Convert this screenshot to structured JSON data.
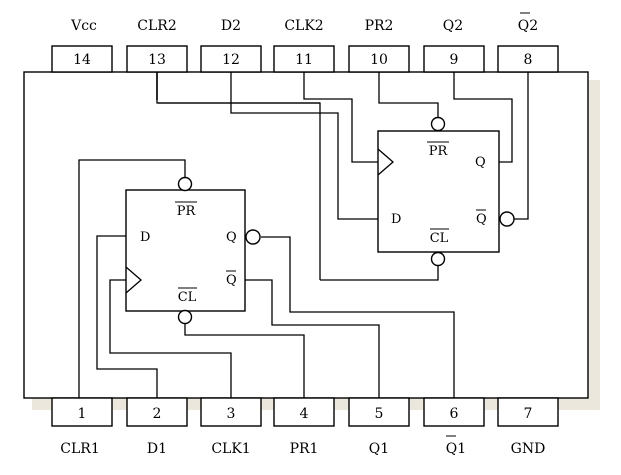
{
  "top_pins": [
    {
      "label": "Vcc",
      "number": "14",
      "overline": false
    },
    {
      "label": "CLR2",
      "number": "13",
      "overline": false
    },
    {
      "label": "D2",
      "number": "12",
      "overline": false
    },
    {
      "label": "CLK2",
      "number": "11",
      "overline": false
    },
    {
      "label": "PR2",
      "number": "10",
      "overline": false
    },
    {
      "label": "Q2",
      "number": "9",
      "overline": false
    },
    {
      "label": "Q2",
      "number": "8",
      "overline": true
    }
  ],
  "bottom_pins": [
    {
      "label": "CLR1",
      "number": "1",
      "overline": false
    },
    {
      "label": "D1",
      "number": "2",
      "overline": false
    },
    {
      "label": "CLK1",
      "number": "3",
      "overline": false
    },
    {
      "label": "PR1",
      "number": "4",
      "overline": false
    },
    {
      "label": "Q1",
      "number": "5",
      "overline": false
    },
    {
      "label": "Q1",
      "number": "6",
      "overline": true
    },
    {
      "label": "GND",
      "number": "7",
      "overline": false
    }
  ],
  "flipflop1": {
    "pr": "PR",
    "d": "D",
    "q": "Q",
    "qbar": "Q",
    "cl": "CL"
  },
  "flipflop2": {
    "pr": "PR",
    "d": "D",
    "q": "Q",
    "qbar": "Q",
    "cl": "CL"
  }
}
